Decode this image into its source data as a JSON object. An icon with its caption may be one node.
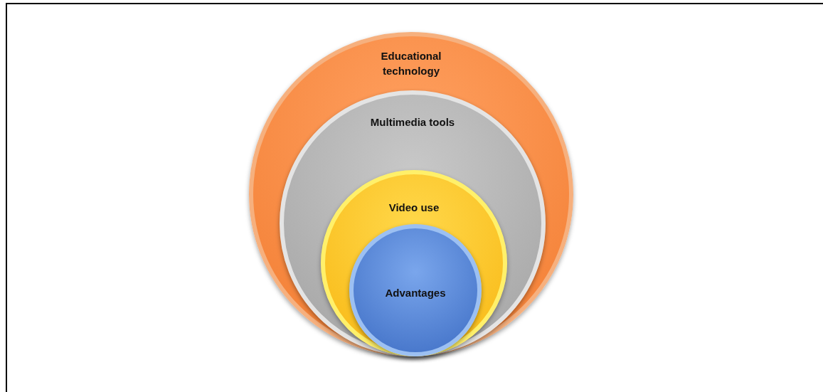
{
  "diagram": {
    "nodes": [
      {
        "text": [
          "Educational technology"
        ]
      },
      {
        "text": [
          "Multimedia tools"
        ],
        "in": 0
      },
      {
        "text": [
          "Video use"
        ],
        "in": 1
      },
      {
        "text": [
          "Advantages"
        ],
        "in": 2
      }
    ]
  }
}
